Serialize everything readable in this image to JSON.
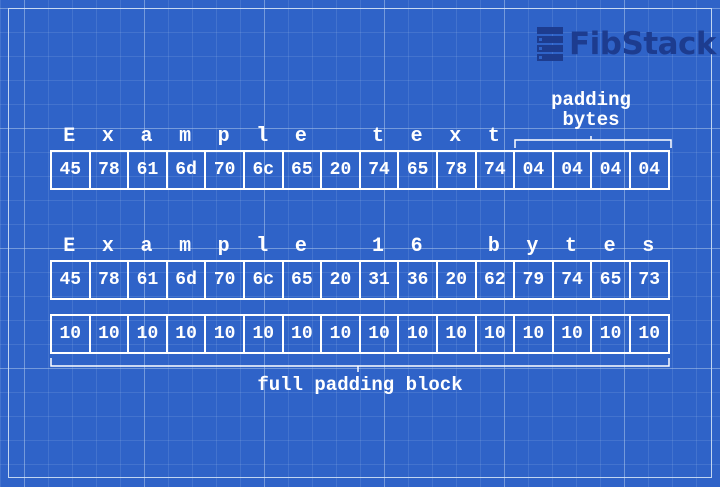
{
  "brand": {
    "name": "FibStack",
    "color": "#1d3c8f"
  },
  "example1": {
    "chars": [
      "E",
      "x",
      "a",
      "m",
      "p",
      "l",
      "e",
      "",
      "t",
      "e",
      "x",
      "t",
      "",
      "",
      "",
      ""
    ],
    "bytes": [
      "45",
      "78",
      "61",
      "6d",
      "70",
      "6c",
      "65",
      "20",
      "74",
      "65",
      "78",
      "74",
      "04",
      "04",
      "04",
      "04"
    ],
    "padding_label_line1": "padding",
    "padding_label_line2": "bytes"
  },
  "example2": {
    "chars": [
      "E",
      "x",
      "a",
      "m",
      "p",
      "l",
      "e",
      "",
      "1",
      "6",
      "",
      "b",
      "y",
      "t",
      "e",
      "s"
    ],
    "bytes": [
      "45",
      "78",
      "61",
      "6d",
      "70",
      "6c",
      "65",
      "20",
      "31",
      "36",
      "20",
      "62",
      "79",
      "74",
      "65",
      "73"
    ],
    "padding_bytes": [
      "10",
      "10",
      "10",
      "10",
      "10",
      "10",
      "10",
      "10",
      "10",
      "10",
      "10",
      "10",
      "10",
      "10",
      "10",
      "10"
    ],
    "full_padding_label": "full padding block"
  },
  "colors": {
    "background": "#2f63c8",
    "foreground": "#ffffff"
  }
}
